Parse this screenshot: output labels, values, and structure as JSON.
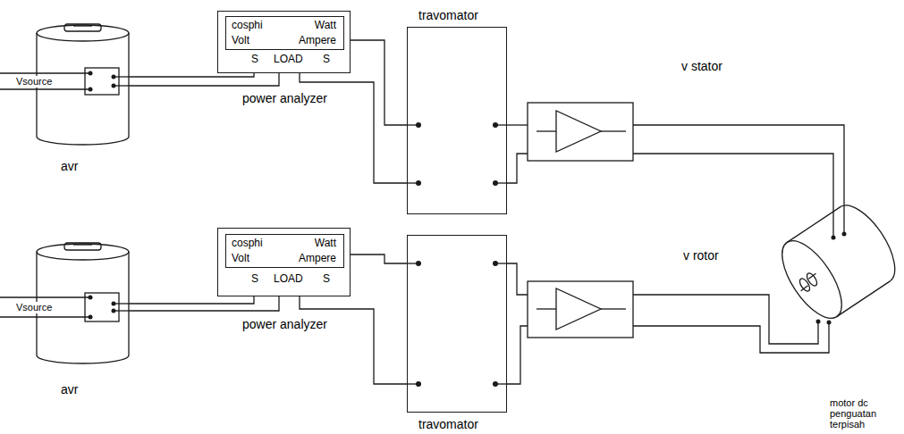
{
  "diagram": {
    "nodes": [
      {
        "text": [
          "avr"
        ]
      },
      {
        "text": [
          "S",
          "LOAD",
          "S",
          "power analyzer"
        ]
      },
      {
        "text": [
          "cosphi",
          "Watt",
          "Volt",
          "Ampere"
        ],
        "in": 1
      },
      {
        "text": [
          "travomator"
        ]
      },
      {
        "text": [
          "motor dc penguatan terpisah"
        ]
      },
      {
        "text": [
          "avr"
        ]
      },
      {
        "text": [
          "S",
          "LOAD",
          "S",
          "power analyzer"
        ]
      },
      {
        "text": [
          "cosphi",
          "Watt",
          "Volt",
          "Ampere"
        ],
        "in": 6
      },
      {
        "text": [
          "travomator"
        ]
      }
    ],
    "edges": [
      {
        "from": 0,
        "to": 1,
        "arrow": "none"
      },
      {
        "from": 1,
        "to": 3,
        "arrow": "none"
      },
      {
        "from": 3,
        "to": 4,
        "arrow": "none"
      },
      {
        "from": 5,
        "to": 6,
        "arrow": "none"
      },
      {
        "from": 6,
        "to": 8,
        "arrow": "none"
      },
      {
        "from": 8,
        "to": 4,
        "arrow": "none"
      }
    ],
    "labels": [
      "Vsource",
      "v stator",
      "v rotor",
      "Vsource"
    ]
  }
}
